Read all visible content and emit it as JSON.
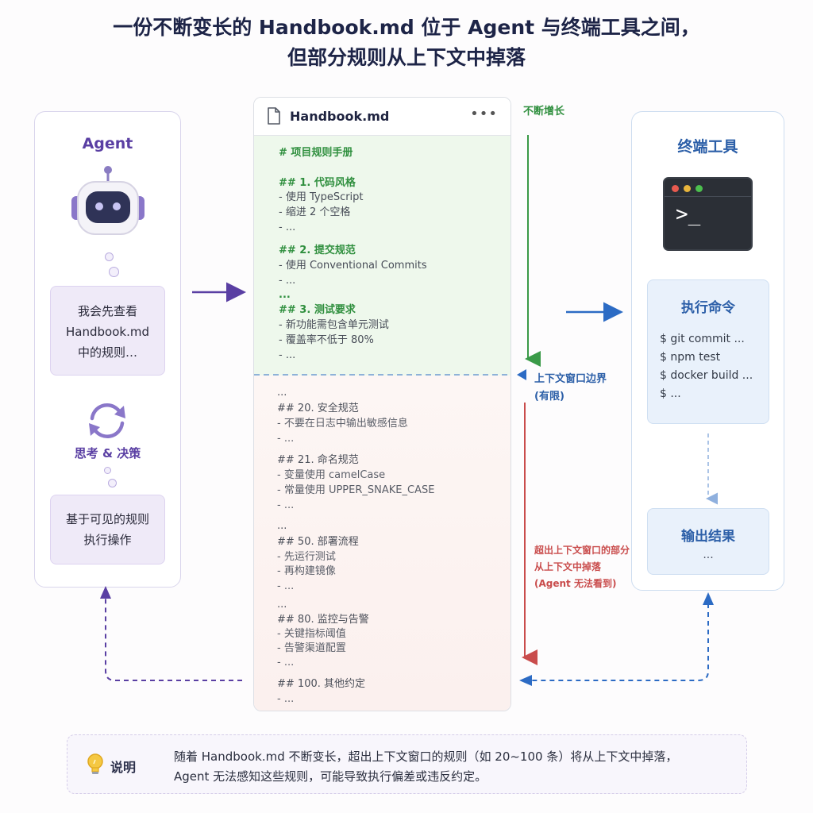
{
  "title": {
    "line1": "一份不断变长的 Handbook.md 位于 Agent 与终端工具之间，",
    "line2": "但部分规则从上下文中掉落"
  },
  "agent": {
    "title": "Agent",
    "message_lines": [
      "我会先查看",
      "Handbook.md",
      "中的规则…"
    ],
    "think_label": "思考 & 决策",
    "action_lines": [
      "基于可见的规则",
      "执行操作"
    ]
  },
  "handbook": {
    "filename": "Handbook.md",
    "menu": "•••",
    "visible_lines": [
      {
        "text": "# 项目规则手册",
        "kind": "head"
      },
      {
        "text": "## 1. 代码风格",
        "kind": "head"
      },
      {
        "text": "- 使用 TypeScript",
        "kind": "item"
      },
      {
        "text": "- 缩进 2 个空格",
        "kind": "item"
      },
      {
        "text": "- ...",
        "kind": "item"
      },
      {
        "text": "## 2. 提交规范",
        "kind": "head"
      },
      {
        "text": "- 使用 Conventional Commits",
        "kind": "item"
      },
      {
        "text": "- ...",
        "kind": "item"
      },
      {
        "text": "...",
        "kind": "head"
      },
      {
        "text": "## 3. 测试要求",
        "kind": "head"
      },
      {
        "text": "- 新功能需包含单元测试",
        "kind": "item"
      },
      {
        "text": "- 覆盖率不低于 80%",
        "kind": "item"
      },
      {
        "text": "- ...",
        "kind": "item"
      }
    ],
    "dropped_lines": [
      {
        "text": "...",
        "kind": "head"
      },
      {
        "text": "## 20. 安全规范",
        "kind": "head"
      },
      {
        "text": "- 不要在日志中输出敏感信息",
        "kind": "item"
      },
      {
        "text": "- ...",
        "kind": "item"
      },
      {
        "text": "## 21. 命名规范",
        "kind": "head"
      },
      {
        "text": "- 变量使用 camelCase",
        "kind": "item"
      },
      {
        "text": "- 常量使用 UPPER_SNAKE_CASE",
        "kind": "item"
      },
      {
        "text": "- ...",
        "kind": "item"
      },
      {
        "text": "...",
        "kind": "head"
      },
      {
        "text": "## 50. 部署流程",
        "kind": "head"
      },
      {
        "text": "- 先运行测试",
        "kind": "item"
      },
      {
        "text": "- 再构建镜像",
        "kind": "item"
      },
      {
        "text": "- ...",
        "kind": "item"
      },
      {
        "text": "...",
        "kind": "head"
      },
      {
        "text": "## 80. 监控与告警",
        "kind": "head"
      },
      {
        "text": "- 关键指标阈值",
        "kind": "item"
      },
      {
        "text": "- 告警渠道配置",
        "kind": "item"
      },
      {
        "text": "- ...",
        "kind": "item"
      },
      {
        "text": "## 100. 其他约定",
        "kind": "head"
      },
      {
        "text": "- ...",
        "kind": "item"
      }
    ]
  },
  "labels": {
    "growing": "不断增长",
    "boundary_lines": [
      "上下文窗口边界",
      "(有限)"
    ],
    "dropped_lines": [
      "超出上下文窗口的部分",
      "从上下文中掉落",
      "(Agent 无法看到)"
    ]
  },
  "terminal": {
    "title": "终端工具",
    "prompt": ">_",
    "exec_title": "执行命令",
    "commands": [
      "$ git commit ...",
      "$ npm test",
      "$ docker build ...",
      "$ ..."
    ],
    "output_title": "输出结果",
    "output_value": "..."
  },
  "note": {
    "label": "说明",
    "lines": [
      "随着 Handbook.md 不断变长，超出上下文窗口的规则（如 20~100 条）将从上下文中掉落，",
      "Agent 无法感知这些规则，可能导致执行偏差或违反约定。"
    ]
  },
  "colors": {
    "agent": "#5a3fa3",
    "terminal": "#2c5fa8",
    "visible": "#2f8f3e",
    "dropped": "#c94c4c"
  },
  "icons": {
    "agent": "robot-icon",
    "handbook": "file-icon",
    "terminal": "terminal-icon",
    "note": "lightbulb-icon",
    "cycle": "refresh-icon"
  }
}
